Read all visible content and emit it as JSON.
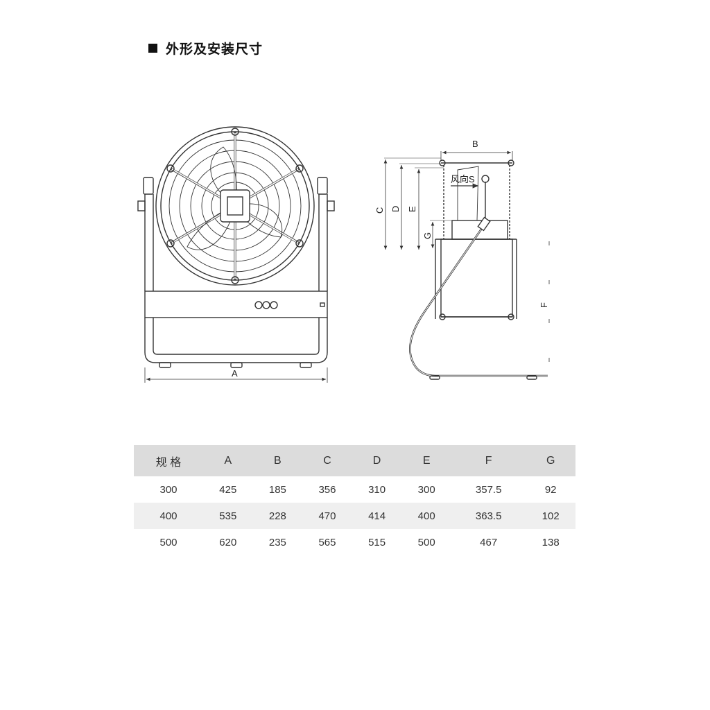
{
  "section": {
    "bullet_icon": "filled-square-icon",
    "title": "外形及安装尺寸"
  },
  "drawing": {
    "front_view": {
      "dimension_labels": [
        "A"
      ]
    },
    "side_view": {
      "dimension_labels": [
        "B",
        "C",
        "D",
        "E",
        "G",
        "F"
      ],
      "airflow_label": "风向S",
      "airflow_icon": "arrow-right-icon"
    },
    "line_color": "#333333"
  },
  "table": {
    "headers": [
      "规 格",
      "A",
      "B",
      "C",
      "D",
      "E",
      "F",
      "G"
    ],
    "rows": [
      [
        "300",
        "425",
        "185",
        "356",
        "310",
        "300",
        "357.5",
        "92"
      ],
      [
        "400",
        "535",
        "228",
        "470",
        "414",
        "400",
        "363.5",
        "102"
      ],
      [
        "500",
        "620",
        "235",
        "565",
        "515",
        "500",
        "467",
        "138"
      ]
    ],
    "header_bg": "#dcdcdc",
    "stripe_bg": "#efefef"
  }
}
